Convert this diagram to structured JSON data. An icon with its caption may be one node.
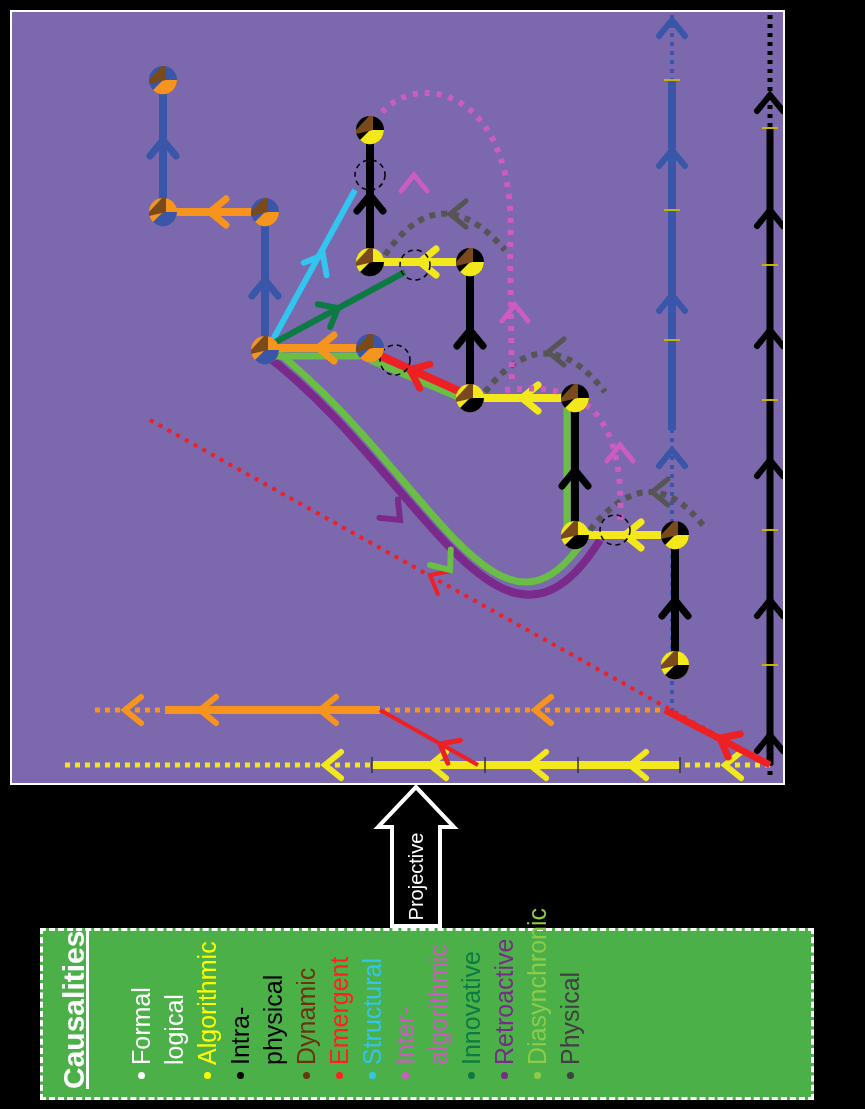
{
  "diagram": {
    "nodes": [
      {
        "text": [],
        "shape": "box"
      },
      {
        "text": [
          "Causalities"
        ]
      }
    ],
    "edges": [
      {
        "from": 1,
        "to": 0,
        "label": "Projective",
        "arrow": "to"
      }
    ],
    "legend": [
      {
        "text": "Formal logical",
        "color": "#ffffff"
      },
      {
        "text": "Algorithmic",
        "color": "#ffff00"
      },
      {
        "text": "Intra-physical",
        "color": "#000000"
      },
      {
        "text": "Dynamic",
        "color": "#6b3410"
      },
      {
        "text": "Emergent",
        "color": "#ff2020"
      },
      {
        "text": "Structural",
        "color": "#33c4f0"
      },
      {
        "text": "Inter-algorithmic",
        "color": "#cc5cbf"
      },
      {
        "text": "Innovative",
        "color": "#0b7a43"
      },
      {
        "text": "Retroactive",
        "color": "#7a2a8a"
      },
      {
        "text": "Diasynchronic",
        "color": "#8ccc4a"
      },
      {
        "text": "Physical",
        "color": "#404040"
      }
    ]
  }
}
